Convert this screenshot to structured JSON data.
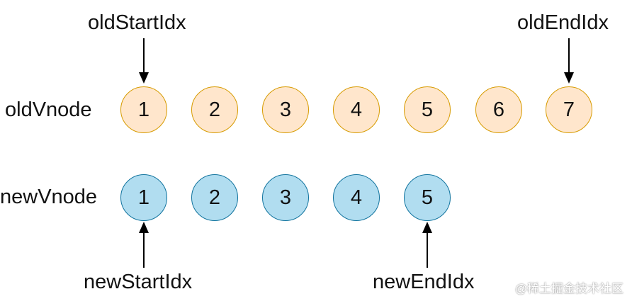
{
  "labels": {
    "old_start": "oldStartIdx",
    "old_end": "oldEndIdx",
    "new_start": "newStartIdx",
    "new_end": "newEndIdx",
    "old_row": "oldVnode",
    "new_row": "newVnode"
  },
  "old_vnodes": [
    "1",
    "2",
    "3",
    "4",
    "5",
    "6",
    "7"
  ],
  "new_vnodes": [
    "1",
    "2",
    "3",
    "4",
    "5"
  ],
  "colors": {
    "old_fill": "#ffe6cc",
    "old_stroke": "#d79b00",
    "new_fill": "#b1ddf0",
    "new_stroke": "#10739e"
  },
  "watermark": "@稀土掘金技术社区"
}
